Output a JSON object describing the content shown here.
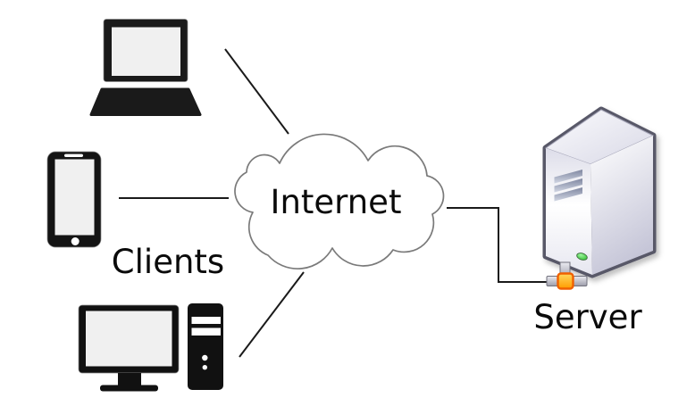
{
  "diagram": {
    "background": "#ffffff",
    "labels": {
      "cloud": "Internet",
      "clients_group": "Clients",
      "server": "Server"
    },
    "nodes": [
      {
        "id": "laptop",
        "icon": "laptop-icon",
        "role": "client"
      },
      {
        "id": "smartphone",
        "icon": "smartphone-icon",
        "role": "client"
      },
      {
        "id": "desktop",
        "icon": "desktop-computer-icon",
        "role": "client"
      },
      {
        "id": "internet",
        "icon": "cloud-icon",
        "label": "Internet"
      },
      {
        "id": "server",
        "icon": "server-tower-icon",
        "label": "Server"
      }
    ],
    "edges": [
      {
        "from": "laptop",
        "to": "internet",
        "style": "straight"
      },
      {
        "from": "smartphone",
        "to": "internet",
        "style": "straight"
      },
      {
        "from": "desktop",
        "to": "internet",
        "style": "straight"
      },
      {
        "from": "internet",
        "to": "server",
        "style": "elbow"
      }
    ],
    "colors": {
      "client_icon": "#1a1a1a",
      "screen_fill": "#f0f0f0",
      "cloud_fill": "#ffffff",
      "cloud_outline": "#7a7a7a",
      "connection_line": "#1a1a1a",
      "server_outline": "#585868",
      "server_face_light": "#ffffff",
      "server_face_shade": "#c9c9da",
      "server_led": "#33cc33",
      "connector_gray": "#c9c9d3",
      "connector_accent": "#ffaa00"
    }
  }
}
